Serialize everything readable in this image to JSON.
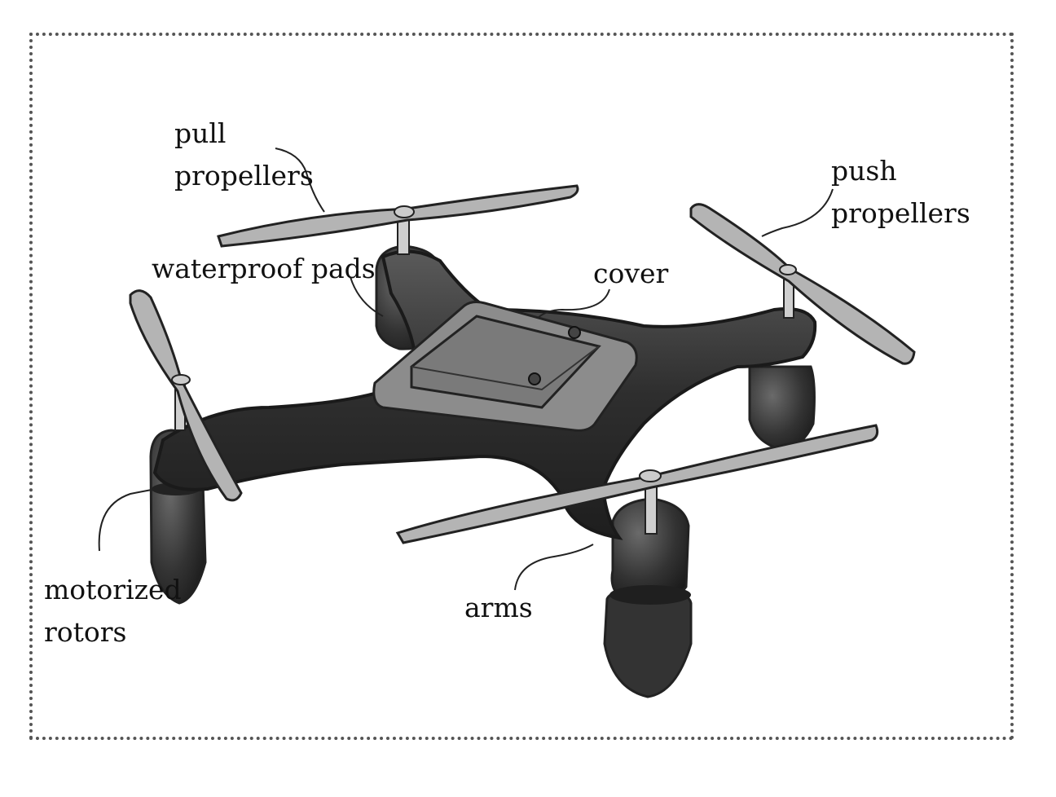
{
  "labels": {
    "pull_propellers": [
      "pull",
      "propellers"
    ],
    "push_propellers": [
      "push",
      "propellers"
    ],
    "waterproof_pads": "waterproof pads",
    "cover": "cover",
    "motorized_rotors": [
      "motorized",
      "rotors"
    ],
    "arms": "arms"
  },
  "colors": {
    "body": "#2e2e2e",
    "body_highlight": "#6a6a6a",
    "cover_plate": "#8c8c8c",
    "cover_top": "#7a7a7a",
    "propeller": "#b4b4b4",
    "rotor": "#3a3a3a",
    "leader_line": "#222222",
    "frame": "#555555"
  }
}
